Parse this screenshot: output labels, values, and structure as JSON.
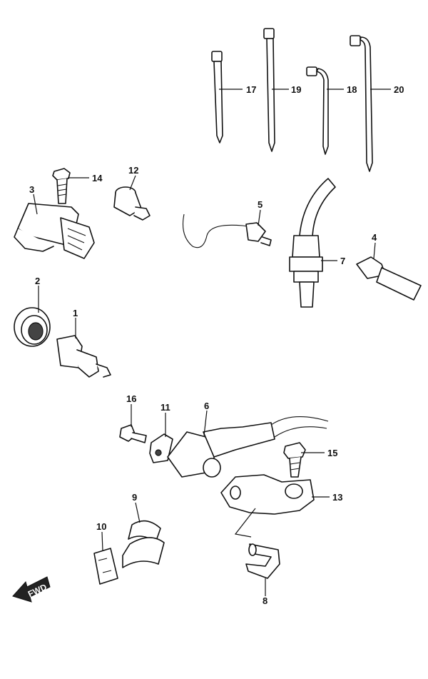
{
  "callouts": {
    "c1": "1",
    "c2": "2",
    "c3": "3",
    "c4": "4",
    "c5": "5",
    "c6": "6",
    "c7": "7",
    "c8": "8",
    "c9": "9",
    "c10": "10",
    "c11": "11",
    "c12": "12",
    "c13": "13",
    "c14": "14",
    "c15": "15",
    "c16": "16",
    "c17": "17",
    "c18": "18",
    "c19": "19",
    "c20": "20"
  },
  "direction_arrow": {
    "text": "FWD"
  }
}
